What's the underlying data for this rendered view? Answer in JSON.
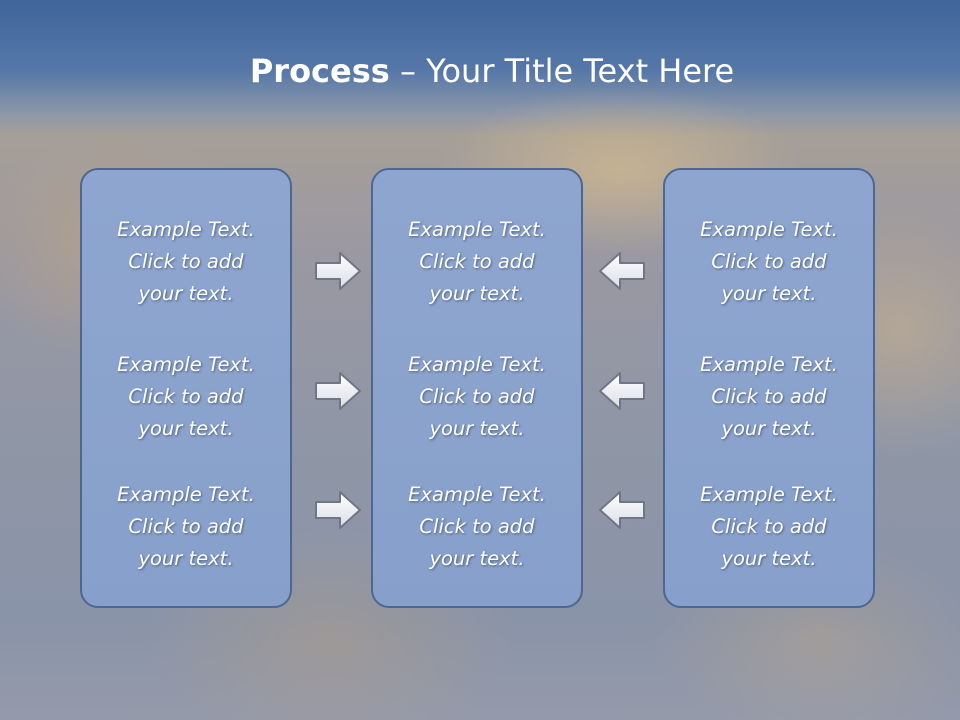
{
  "title": {
    "bold": "Process",
    "rest": " – Your Title Text Here"
  },
  "panels": [
    {
      "items": [
        {
          "line1": "Example Text.",
          "line2": "Click  to add",
          "line3": "your text."
        },
        {
          "line1": "Example Text.",
          "line2": "Click  to add",
          "line3": "your text."
        },
        {
          "line1": "Example Text.",
          "line2": "Click  to add",
          "line3": "your text."
        }
      ]
    },
    {
      "items": [
        {
          "line1": "Example Text.",
          "line2": "Click  to add",
          "line3": "your text."
        },
        {
          "line1": "Example Text.",
          "line2": "Click  to add",
          "line3": "your text."
        },
        {
          "line1": "Example Text.",
          "line2": "Click  to add",
          "line3": "your text."
        }
      ]
    },
    {
      "items": [
        {
          "line1": "Example Text.",
          "line2": "Click  to add",
          "line3": "your text."
        },
        {
          "line1": "Example Text.",
          "line2": "Click  to add",
          "line3": "your text."
        },
        {
          "line1": "Example Text.",
          "line2": "Click  to add",
          "line3": "your text."
        }
      ]
    }
  ],
  "arrows": {
    "left_group": "right-arrow-icon",
    "right_group": "left-arrow-icon"
  },
  "colors": {
    "header_blue": "#40659b",
    "panel_fill": "#8ea6cf",
    "panel_border": "#4e6791",
    "text": "#ffffff"
  }
}
